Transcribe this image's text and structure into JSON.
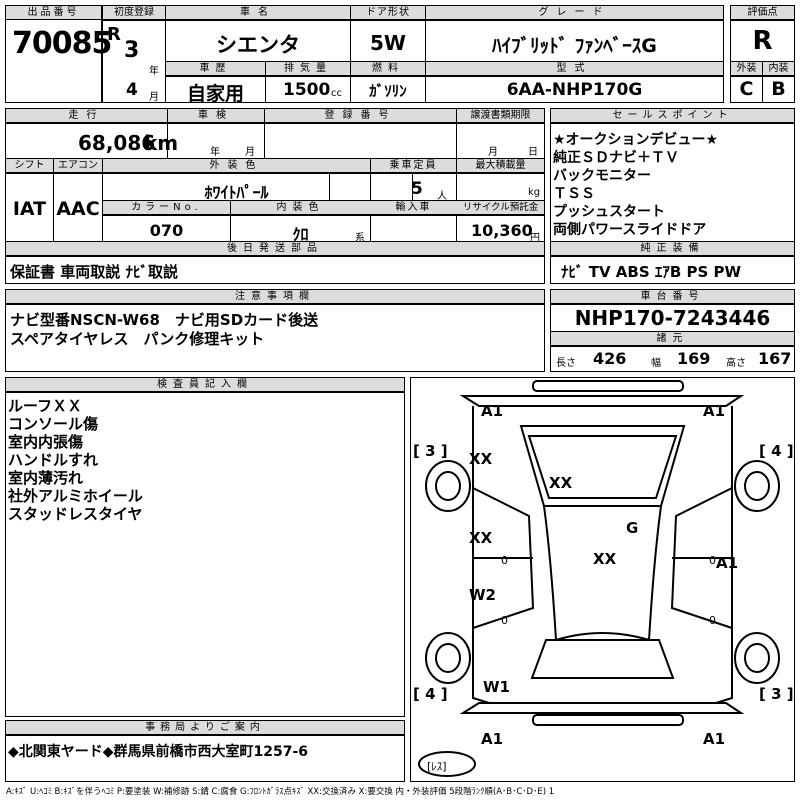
{
  "header": {
    "lot_label": "出品番号",
    "lot_number": "70085",
    "first_reg_label": "初度登録",
    "era": "R",
    "year": "3",
    "year_unit": "年",
    "month": "4",
    "month_unit": "月",
    "car_name_label": "車名",
    "car_name": "シエンタ",
    "door_label": "ドア形状",
    "door": "5W",
    "grade_label": "グレード",
    "grade": "ﾊｲﾌﾞﾘｯﾄﾞ ﾌｧﾝﾍﾞｰｽG",
    "score_label": "評価点",
    "score": "R",
    "history_label": "車歴",
    "history": "自家用",
    "displacement_label": "排気量",
    "displacement": "1500",
    "displacement_unit": "cc",
    "fuel_label": "燃料",
    "fuel": "ｶﾞｿﾘﾝ",
    "model_label": "型式",
    "model": "6AA-NHP170G",
    "exterior_label": "外装",
    "exterior": "C",
    "interior_label": "内装",
    "interior": "B"
  },
  "mid": {
    "mileage_label": "走行",
    "mileage": "68,086",
    "mileage_unit": "km",
    "inspection_label": "車検",
    "inspection_year_unit": "年",
    "inspection_month_unit": "月",
    "plate_label": "登録番号",
    "transfer_label": "譲渡書類期限",
    "transfer_month_unit": "月",
    "transfer_day_unit": "日",
    "shift_label": "シフト",
    "shift": "IAT",
    "ac_label": "エアコン",
    "ac": "AAC",
    "color_label": "外装色",
    "color": "ﾎﾜｲﾄﾊﾟｰﾙ",
    "capacity_label": "乗車定員",
    "capacity": "5",
    "capacity_unit": "人",
    "load_label": "最大積載量",
    "load_unit": "kg",
    "color_no_label": "カラーNo.",
    "color_no": "070",
    "int_color_label": "内装色",
    "int_color": "ｸﾛ",
    "int_color_unit": "系",
    "import_label": "輸入車",
    "recycle_label": "リサイクル預託金",
    "recycle": "10,360",
    "recycle_unit": "円",
    "later_label": "後日発送部品",
    "later": "保証書 車両取説 ﾅﾋﾞ取説"
  },
  "sales": {
    "label": "セールスポイント",
    "items": [
      "★オークションデビュー★",
      "純正ＳＤナビ＋ＴＶ",
      "バックモニター",
      "ＴＳＳ",
      "プッシュスタート",
      "両側パワースライドドア"
    ]
  },
  "equipment": {
    "label": "純正装備",
    "value": "ﾅﾋﾞ TV ABS ｴｱB PS PW"
  },
  "notes": {
    "label": "注意事項欄",
    "lines": [
      "ナビ型番NSCN-W68　ナビ用SDカード後送",
      "スペアタイヤレス　パンク修理キット"
    ]
  },
  "chassis": {
    "label": "車台番号",
    "value": "NHP170-7243446",
    "dims_label": "諸元",
    "length_label": "長さ",
    "length": "426",
    "width_label": "幅",
    "width": "169",
    "height_label": "高さ",
    "height": "167"
  },
  "inspector": {
    "label": "検査員記入欄",
    "lines": [
      "ルーフＸＸ",
      "コンソール傷",
      "室内内張傷",
      "ハンドルすれ",
      "室内薄汚れ",
      "社外アルミホイール",
      "スタッドレスタイヤ"
    ]
  },
  "diagram": {
    "marks": {
      "front_left": "A1",
      "front_right": "A1",
      "tread_fl": "[ 3 ]",
      "tread_fr": "[ 4 ]",
      "tread_rl": "[ 4 ]",
      "tread_rr": "[ 3 ]",
      "fender_left": "XX",
      "roof": "XX",
      "front_door_left": "XX",
      "center": "XX",
      "glass": "G",
      "right_side": "A1",
      "rear_door_left": "W2",
      "quarter_left": "W1",
      "rear_left": "A1",
      "rear_right": "A1",
      "zero_1": "0",
      "zero_2": "0",
      "zero_3": "0",
      "zero_4": "0",
      "spare": "[ﾚｽ]"
    }
  },
  "office": {
    "label": "事務局よりご案内",
    "value": "◆北関東ヤード◆群馬県前橋市西大室町1257-6"
  },
  "legend": "A:ｷｽﾞ U:ﾍｺﾐ B:ｷｽﾞを伴うﾍｺﾐ P:要塗装 W:補修跡 S:錆 C:腐食 G:ﾌﾛﾝﾄｶﾞﾗｽ点ｷｽﾞ XX:交換済み X:要交換 内・外装評価 5段階ﾗﾝｸ順(A･B･C･D･E) 1"
}
